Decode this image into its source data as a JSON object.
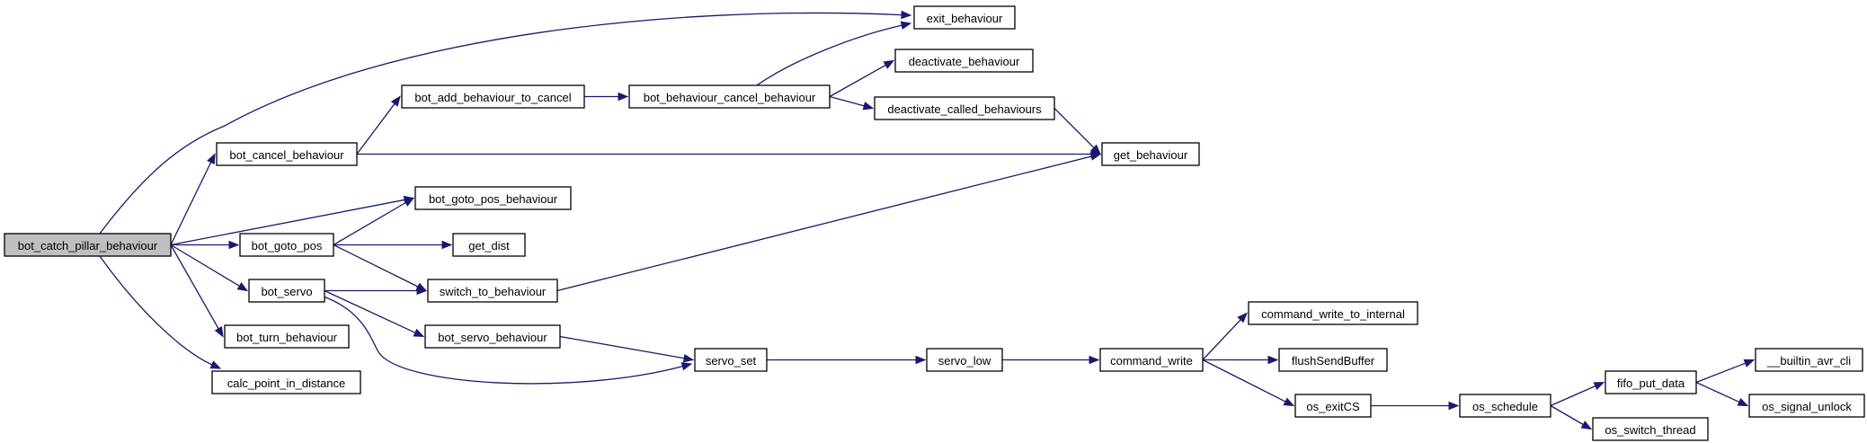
{
  "graph": {
    "edge_color": "#191970",
    "root_fill": "#bfbfbf",
    "nodes": [
      {
        "id": "bot_catch_pillar_behaviour",
        "label": "bot_catch_pillar_behaviour",
        "root": true
      },
      {
        "id": "exit_behaviour",
        "label": "exit_behaviour"
      },
      {
        "id": "bot_add_behaviour_to_cancel",
        "label": "bot_add_behaviour_to_cancel"
      },
      {
        "id": "bot_behaviour_cancel_behaviour",
        "label": "bot_behaviour_cancel_behaviour"
      },
      {
        "id": "deactivate_behaviour",
        "label": "deactivate_behaviour"
      },
      {
        "id": "deactivate_called_behaviours",
        "label": "deactivate_called_behaviours"
      },
      {
        "id": "bot_cancel_behaviour",
        "label": "bot_cancel_behaviour"
      },
      {
        "id": "get_behaviour",
        "label": "get_behaviour"
      },
      {
        "id": "bot_goto_pos_behaviour",
        "label": "bot_goto_pos_behaviour"
      },
      {
        "id": "bot_goto_pos",
        "label": "bot_goto_pos"
      },
      {
        "id": "get_dist",
        "label": "get_dist"
      },
      {
        "id": "bot_servo",
        "label": "bot_servo"
      },
      {
        "id": "switch_to_behaviour",
        "label": "switch_to_behaviour"
      },
      {
        "id": "bot_servo_behaviour",
        "label": "bot_servo_behaviour"
      },
      {
        "id": "bot_turn_behaviour",
        "label": "bot_turn_behaviour"
      },
      {
        "id": "calc_point_in_distance",
        "label": "calc_point_in_distance"
      },
      {
        "id": "servo_set",
        "label": "servo_set"
      },
      {
        "id": "servo_low",
        "label": "servo_low"
      },
      {
        "id": "command_write",
        "label": "command_write"
      },
      {
        "id": "command_write_to_internal",
        "label": "command_write_to_internal"
      },
      {
        "id": "flushSendBuffer",
        "label": "flushSendBuffer"
      },
      {
        "id": "os_exitCS",
        "label": "os_exitCS"
      },
      {
        "id": "os_schedule",
        "label": "os_schedule"
      },
      {
        "id": "fifo_put_data",
        "label": "fifo_put_data"
      },
      {
        "id": "os_switch_thread",
        "label": "os_switch_thread"
      },
      {
        "id": "__builtin_avr_cli",
        "label": "__builtin_avr_cli"
      },
      {
        "id": "os_signal_unlock",
        "label": "os_signal_unlock"
      }
    ],
    "edges": [
      {
        "from": "bot_catch_pillar_behaviour",
        "to": "exit_behaviour"
      },
      {
        "from": "bot_catch_pillar_behaviour",
        "to": "bot_cancel_behaviour"
      },
      {
        "from": "bot_catch_pillar_behaviour",
        "to": "bot_goto_pos_behaviour"
      },
      {
        "from": "bot_catch_pillar_behaviour",
        "to": "bot_goto_pos"
      },
      {
        "from": "bot_catch_pillar_behaviour",
        "to": "bot_servo"
      },
      {
        "from": "bot_catch_pillar_behaviour",
        "to": "bot_turn_behaviour"
      },
      {
        "from": "bot_catch_pillar_behaviour",
        "to": "calc_point_in_distance"
      },
      {
        "from": "bot_cancel_behaviour",
        "to": "bot_add_behaviour_to_cancel"
      },
      {
        "from": "bot_cancel_behaviour",
        "to": "get_behaviour"
      },
      {
        "from": "bot_add_behaviour_to_cancel",
        "to": "bot_behaviour_cancel_behaviour"
      },
      {
        "from": "bot_behaviour_cancel_behaviour",
        "to": "exit_behaviour"
      },
      {
        "from": "bot_behaviour_cancel_behaviour",
        "to": "deactivate_behaviour"
      },
      {
        "from": "bot_behaviour_cancel_behaviour",
        "to": "deactivate_called_behaviours"
      },
      {
        "from": "deactivate_called_behaviours",
        "to": "get_behaviour"
      },
      {
        "from": "bot_goto_pos",
        "to": "bot_goto_pos_behaviour"
      },
      {
        "from": "bot_goto_pos",
        "to": "get_dist"
      },
      {
        "from": "bot_goto_pos",
        "to": "switch_to_behaviour"
      },
      {
        "from": "switch_to_behaviour",
        "to": "get_behaviour"
      },
      {
        "from": "bot_servo",
        "to": "switch_to_behaviour"
      },
      {
        "from": "bot_servo",
        "to": "bot_servo_behaviour"
      },
      {
        "from": "bot_servo",
        "to": "servo_set"
      },
      {
        "from": "bot_servo_behaviour",
        "to": "servo_set"
      },
      {
        "from": "servo_set",
        "to": "servo_low"
      },
      {
        "from": "servo_low",
        "to": "command_write"
      },
      {
        "from": "command_write",
        "to": "command_write_to_internal"
      },
      {
        "from": "command_write",
        "to": "flushSendBuffer"
      },
      {
        "from": "command_write",
        "to": "os_exitCS"
      },
      {
        "from": "os_exitCS",
        "to": "os_schedule"
      },
      {
        "from": "os_schedule",
        "to": "fifo_put_data"
      },
      {
        "from": "os_schedule",
        "to": "os_switch_thread"
      },
      {
        "from": "fifo_put_data",
        "to": "__builtin_avr_cli"
      },
      {
        "from": "fifo_put_data",
        "to": "os_signal_unlock"
      }
    ]
  }
}
